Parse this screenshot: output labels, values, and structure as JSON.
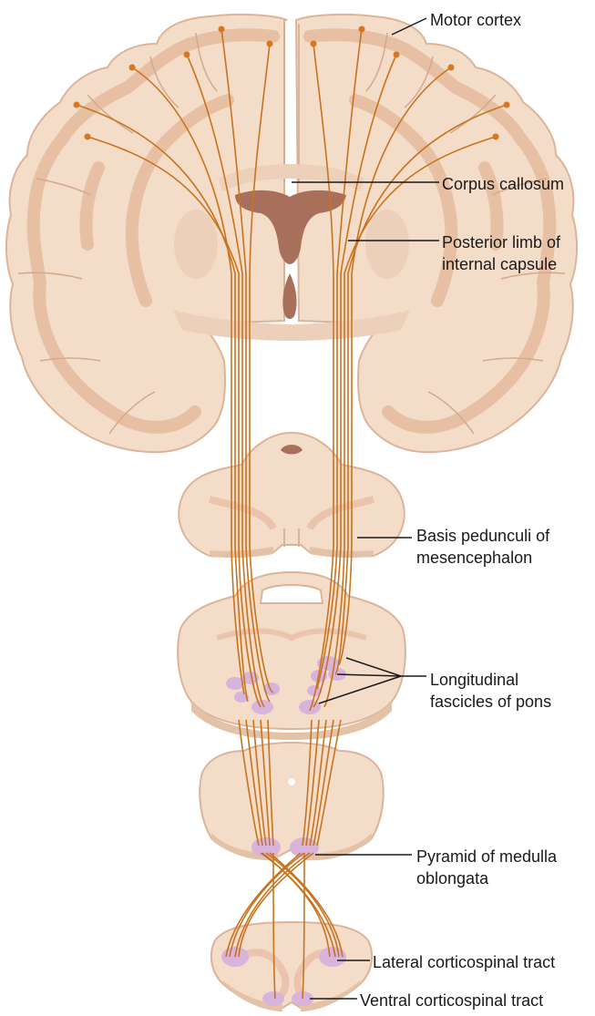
{
  "labels": {
    "motor_cortex": "Motor cortex",
    "corpus_callosum": "Corpus callosum",
    "posterior_limb_1": "Posterior limb of",
    "posterior_limb_2": "internal capsule",
    "basis_1": "Basis pedunculi of",
    "basis_2": "mesencephalon",
    "longitudinal_1": "Longitudinal",
    "longitudinal_2": "fascicles of pons",
    "pyramid_1": "Pyramid of medulla",
    "pyramid_2": "oblongata",
    "lateral_tract": "Lateral corticospinal tract",
    "ventral_tract": "Ventral corticospinal tract"
  },
  "colors": {
    "tissue": "#f3dcc8",
    "tissue_edge": "#dcb49a",
    "cortex_dark": "#e9c3a9",
    "ventricle": "#a8705a",
    "fiber": "#c8741f",
    "neuron": "#d9751f",
    "fascicle": "#d8b4dc"
  }
}
